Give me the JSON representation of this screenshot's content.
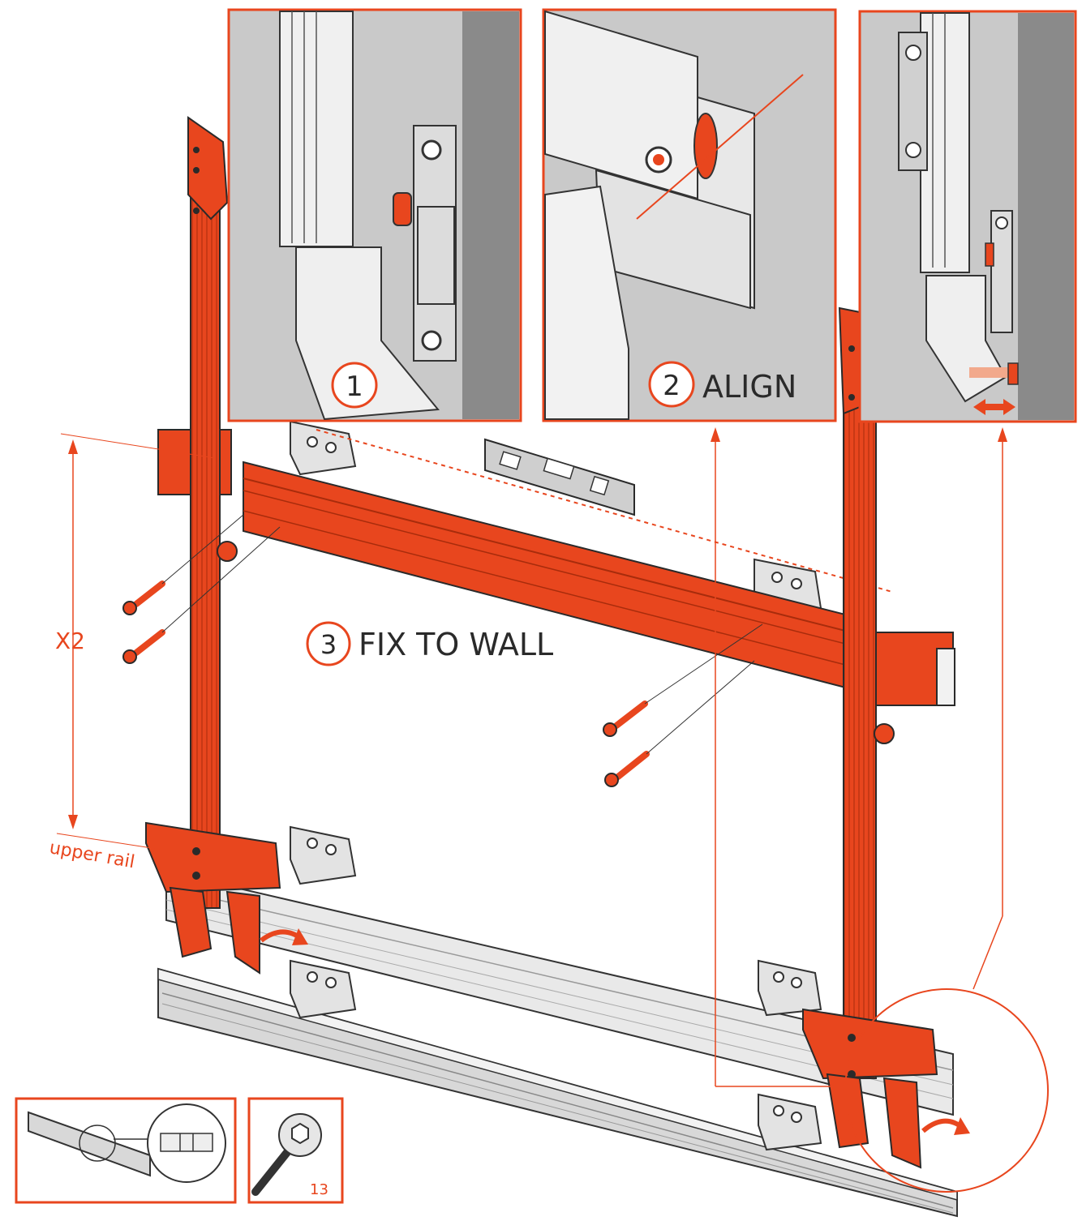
{
  "colors": {
    "accent": "#e8461e",
    "accent_dark": "#a82c0c",
    "panel_bg": "#c9c9c9",
    "wall_dark": "#8a8a8a",
    "aluminium": "#e6e6e6",
    "ink": "#2a2a2a"
  },
  "steps": [
    {
      "number": "1",
      "label": ""
    },
    {
      "number": "2",
      "label": "ALIGN"
    },
    {
      "number": "3",
      "label": "FIX TO WALL"
    }
  ],
  "dimension": {
    "count_label": "X2",
    "rail_label": "upper rail"
  },
  "tools": {
    "wrench_size": "13"
  },
  "icons": [
    "spirit-level-icon",
    "socket-wrench-icon",
    "screw-icon",
    "rotate-arrow-icon",
    "adjust-arrows-icon"
  ]
}
